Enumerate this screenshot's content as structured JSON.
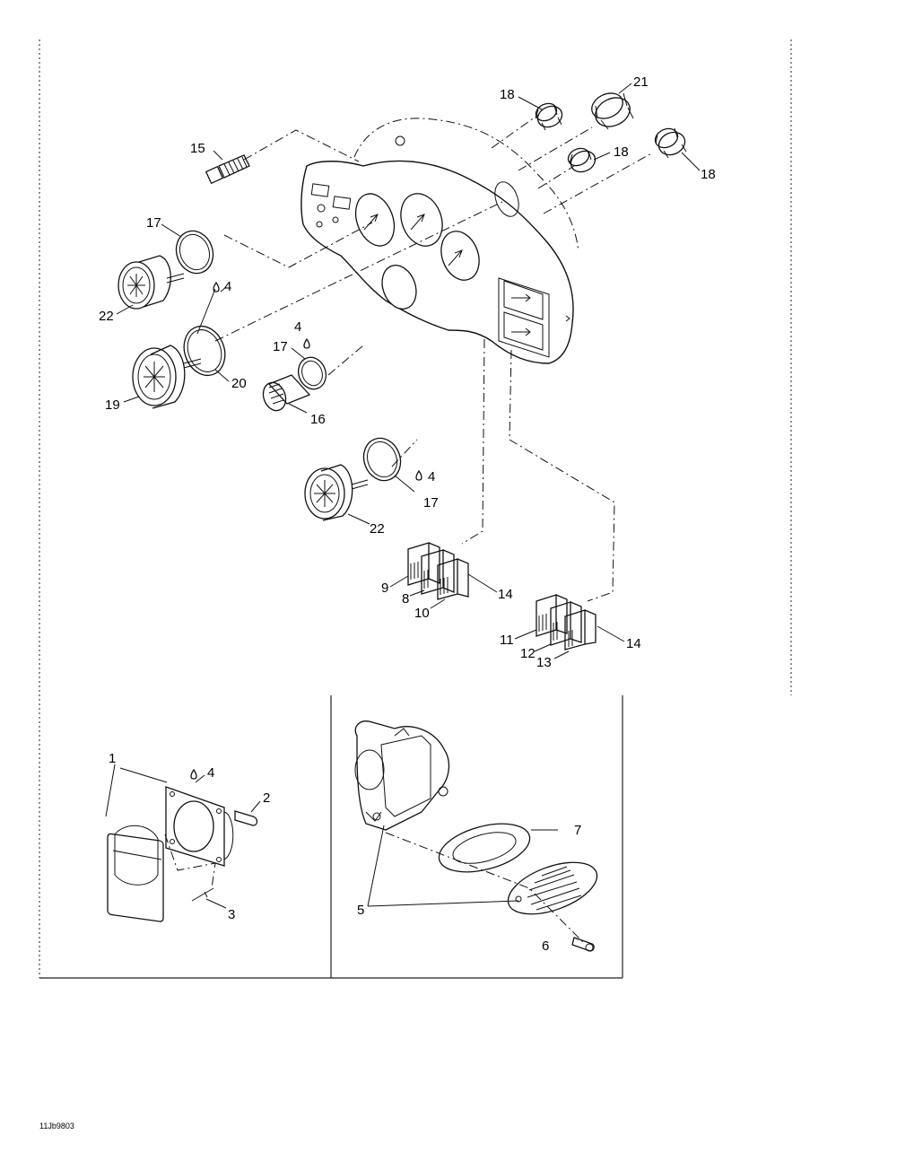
{
  "callouts": [
    {
      "id": "c15",
      "text": "15"
    },
    {
      "id": "c18a",
      "text": "18"
    },
    {
      "id": "c21",
      "text": "21"
    },
    {
      "id": "c18b",
      "text": "18"
    },
    {
      "id": "c18c",
      "text": "18"
    },
    {
      "id": "c17a",
      "text": "17"
    },
    {
      "id": "c4a",
      "text": "4"
    },
    {
      "id": "c22a",
      "text": "22"
    },
    {
      "id": "c4b",
      "text": "4"
    },
    {
      "id": "c17b",
      "text": "17"
    },
    {
      "id": "c20",
      "text": "20"
    },
    {
      "id": "c19",
      "text": "19"
    },
    {
      "id": "c16",
      "text": "16"
    },
    {
      "id": "c4c",
      "text": "4"
    },
    {
      "id": "c17c",
      "text": "17"
    },
    {
      "id": "c22b",
      "text": "22"
    },
    {
      "id": "c9",
      "text": "9"
    },
    {
      "id": "c8",
      "text": "8"
    },
    {
      "id": "c10",
      "text": "10"
    },
    {
      "id": "c14a",
      "text": "14"
    },
    {
      "id": "c11",
      "text": "11"
    },
    {
      "id": "c12",
      "text": "12"
    },
    {
      "id": "c13",
      "text": "13"
    },
    {
      "id": "c14b",
      "text": "14"
    },
    {
      "id": "c1",
      "text": "1"
    },
    {
      "id": "c4d",
      "text": "4"
    },
    {
      "id": "c2",
      "text": "2"
    },
    {
      "id": "c3",
      "text": "3"
    },
    {
      "id": "c7",
      "text": "7"
    },
    {
      "id": "c5",
      "text": "5"
    },
    {
      "id": "c6",
      "text": "6"
    }
  ],
  "figure_id": "11Jb9803"
}
